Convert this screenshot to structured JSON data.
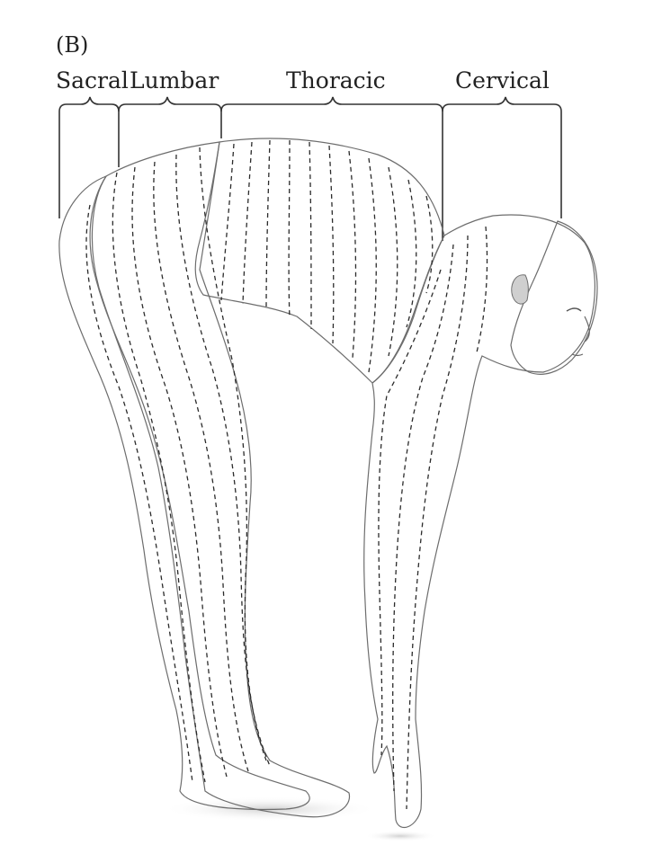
{
  "panel_label": "(B)",
  "regions": [
    {
      "key": "sacral",
      "label": "Sacral",
      "color": "#8fb56d"
    },
    {
      "key": "lumbar",
      "label": "Lumbar",
      "color": "#f1d58e"
    },
    {
      "key": "thoracic",
      "label": "Thoracic",
      "color": "#6fb4e6"
    },
    {
      "key": "cervical",
      "label": "Cervical",
      "color": "#e9a9a3"
    }
  ],
  "face_color": "#d7d7d7",
  "dermatome_line_style": "dashed",
  "icons": [
    "bent-over-human-figure"
  ]
}
